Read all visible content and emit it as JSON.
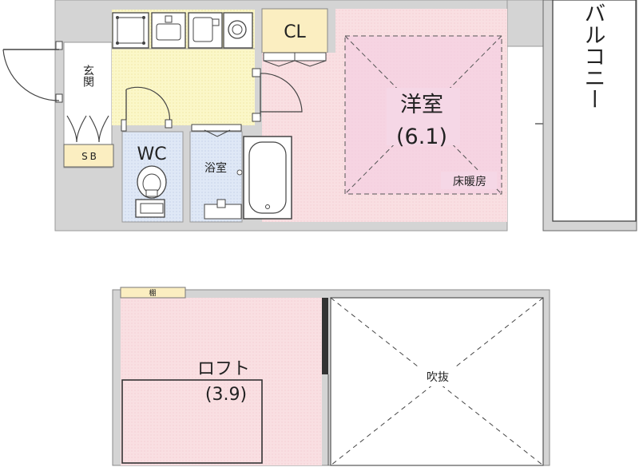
{
  "floor1": {
    "genkan": "玄関",
    "shoe_box": "SB",
    "closet": "CL",
    "wc": "WC",
    "bathroom": "浴室",
    "western_room": "洋室",
    "western_room_size": "(6.1)",
    "floor_heating": "床暖房",
    "balcony": "バルコニー"
  },
  "loft_level": {
    "shelf": "棚",
    "loft": "ロフト",
    "loft_size": "(3.9)",
    "open_ceiling": "吹抜"
  },
  "colors": {
    "wall": "#d3d3d3",
    "room_pink": "#f8dde0",
    "kitchen_yellow": "#fbf6c4",
    "wet_blue": "#dde6f4",
    "cl_beige": "#fbeec1",
    "floor_heat_pink": "#f3cde3"
  }
}
